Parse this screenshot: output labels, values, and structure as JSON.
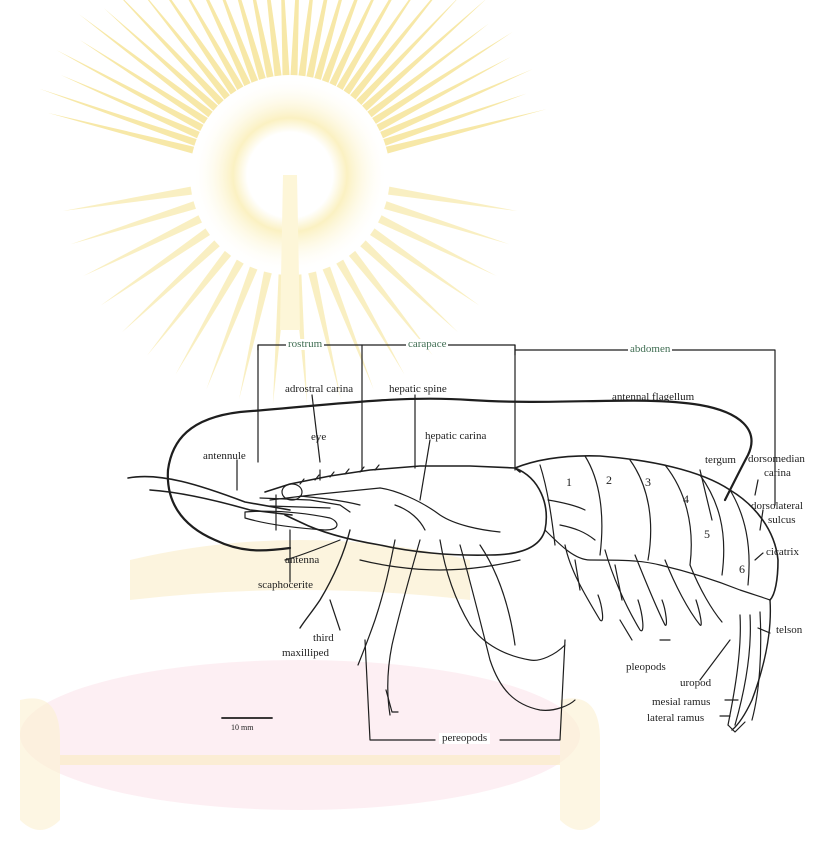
{
  "labels": {
    "rostrum": "rostrum",
    "carapace": "carapace",
    "abdomen": "abdomen",
    "adrostral_carina": "adrostral carina",
    "hepatic_spine": "hepatic spine",
    "antennal_flagellum": "antennal flagellum",
    "eye": "eye",
    "hepatic_carina": "hepatic carina",
    "antennule": "antennule",
    "antenna": "antenna",
    "scaphocerite": "scaphocerite",
    "third_maxilliped_1": "third",
    "third_maxilliped_2": "maxilliped",
    "tergum": "tergum",
    "dorsomedian_carina_1": "dorsomedian",
    "dorsomedian_carina_2": "carina",
    "dorsolateral_sulcus_1": "dorsolateral",
    "dorsolateral_sulcus_2": "sulcus",
    "cicatrix": "cicatrix",
    "telson": "telson",
    "pleopods": "pleopods",
    "uropod": "uropod",
    "mesial_ramus": "mesial ramus",
    "lateral_ramus": "lateral ramus",
    "pereopods": "pereopods"
  },
  "segments": [
    "1",
    "2",
    "3",
    "4",
    "5",
    "6"
  ],
  "scale_bar": "10 mm",
  "colors": {
    "ink": "#1e1e1e",
    "header_green": "#3f6d52",
    "watermark": "#f6e59a"
  }
}
